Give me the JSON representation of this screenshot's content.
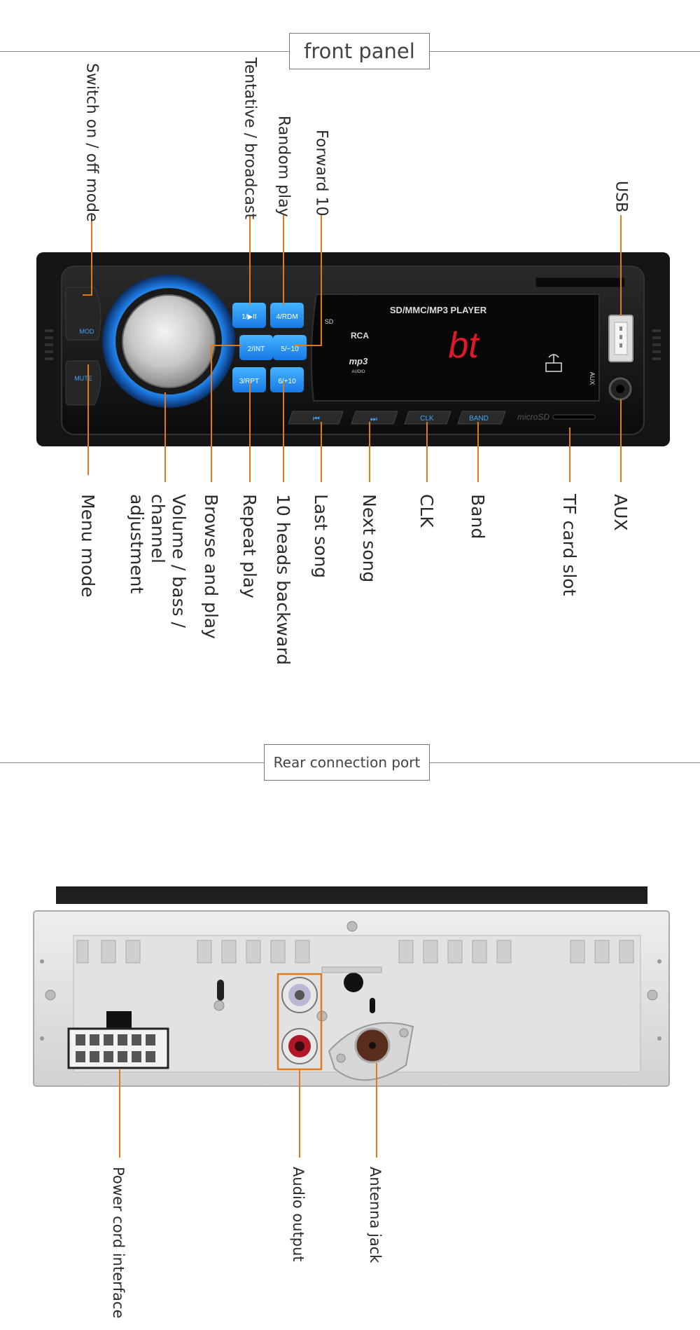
{
  "front": {
    "title": "front panel",
    "top_labels": [
      "Switch on / off mode",
      "Tentative / broadcast",
      "Random play",
      "Forward 10",
      "USB"
    ],
    "bottom_labels": [
      "Menu mode",
      "Volume / bass / channel adjustment",
      "Browse and play",
      "Repeat play",
      "10 heads backward",
      "Last song",
      "Next song",
      "CLK",
      "Band",
      "TF card slot",
      "AUX"
    ],
    "device": {
      "display_title": "SD/MMC/MP3 PLAYER",
      "display_text": "bt",
      "rca_logo": "RCA",
      "mp3_logo": "mp3",
      "audio_logo": "AUDIO",
      "sd_logo": "SD",
      "aux_text": "AUX",
      "microsd_text": "microSD",
      "buttons": {
        "b1": "1/▶II",
        "b2": "2/INT",
        "b3": "3/RPT",
        "b4": "4/RDM",
        "b5": "5/−10",
        "b6": "6/+10"
      },
      "side_buttons": {
        "mod": "MOD",
        "mute": "MUTE"
      },
      "bottom_buttons": {
        "prev": "⏮",
        "next": "⏭",
        "clk": "CLK",
        "band": "BAND"
      }
    }
  },
  "rear": {
    "title": "Rear connection port",
    "labels": [
      "Power cord interface",
      "Audio output",
      "Antenna jack"
    ]
  },
  "colors": {
    "leader": "#e07b18",
    "button_blue": "#1e90ff",
    "display_red": "#e0182a",
    "panel_black": "#1a1a1a"
  }
}
